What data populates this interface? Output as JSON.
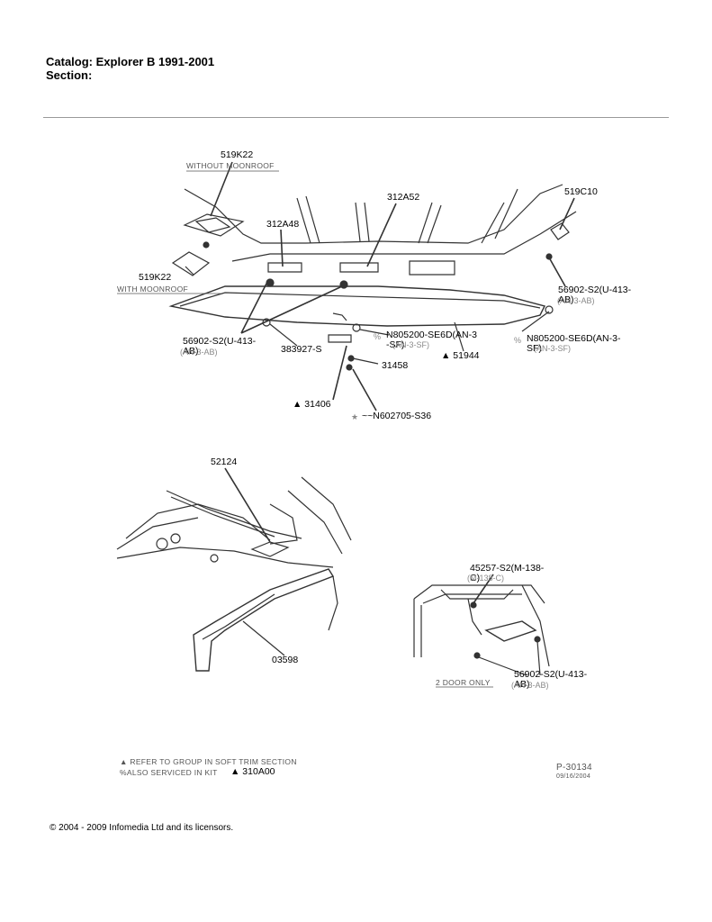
{
  "header": {
    "catalog": "Catalog: Explorer B 1991-2001",
    "section": "Section:"
  },
  "top_diagram": {
    "callouts": {
      "p519k22_top": "519K22",
      "without_moonroof": "WITHOUT MOONROOF",
      "p519k22_mid": "519K22",
      "with_moonroof": "WITH MOONROOF",
      "p312a48": "312A48",
      "p312a52": "312A52",
      "p519c10": "519C10",
      "p56902_right": "56902-S2(U-413-AB)",
      "p56902_right_ghost": "(AN-3-AB)",
      "p56902_left": "56902-S2(U-413-AB)",
      "p56902_left_ghost": "(AN-3-AB)",
      "p383927": "383927-S",
      "pct1": "%",
      "pn805200_mid": "N805200-SE6D(AN-3-SF)",
      "pn805200_mid_ghost": "(AN-3-SF)",
      "pct2": "%",
      "pn805200_right": "N805200-SE6D(AN-3-SF)",
      "pn805200_right_ghost": "(AN-3-SF)",
      "p31458": "31458",
      "p51944": "▲ 51944",
      "p31406": "▲ 31406",
      "pn602705": "~~N602705-S36",
      "star": "★"
    }
  },
  "bottom_left_diagram": {
    "callouts": {
      "p52124": "52124",
      "p03598": "03598"
    }
  },
  "bottom_right_diagram": {
    "callouts": {
      "p45257": "45257-S2(M-138-C)",
      "p45257_ghost": "(M-138-C)",
      "two_door": "2 DOOR ONLY",
      "p56902": "56902-S2(U-413-AB)",
      "p56902_ghost": "(AN-3-AB)"
    }
  },
  "notes": {
    "line1": "▲ REFER TO GROUP IN SOFT TRIM SECTION",
    "line2_prefix": "%ALSO SERVICED IN KIT",
    "line2_kit": "▲ 310A00",
    "plate": "P-30134",
    "plate_date": "09/16/2004"
  },
  "footer": {
    "copyright": "© 2004 - 2009 Infomedia Ltd and its licensors."
  }
}
